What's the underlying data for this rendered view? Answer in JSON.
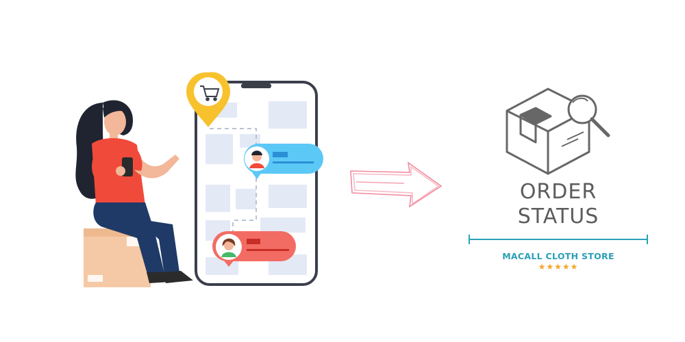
{
  "title": {
    "line1": "ORDER",
    "line2": "STATUS"
  },
  "store": {
    "name": "MACALL CLOTH STORE",
    "stars": "★★★★★"
  },
  "colors": {
    "accent": "#2aa1b8",
    "title": "#5c5c5c",
    "star": "#f5a623",
    "pin": "#f7c22e",
    "shirt": "#f04a3a",
    "bubble_blue": "#5cc8f6",
    "bubble_red": "#f36c63",
    "arrow": "#f28a9e"
  },
  "icons": [
    "cart-icon",
    "box-search-icon",
    "arrow-icon"
  ]
}
